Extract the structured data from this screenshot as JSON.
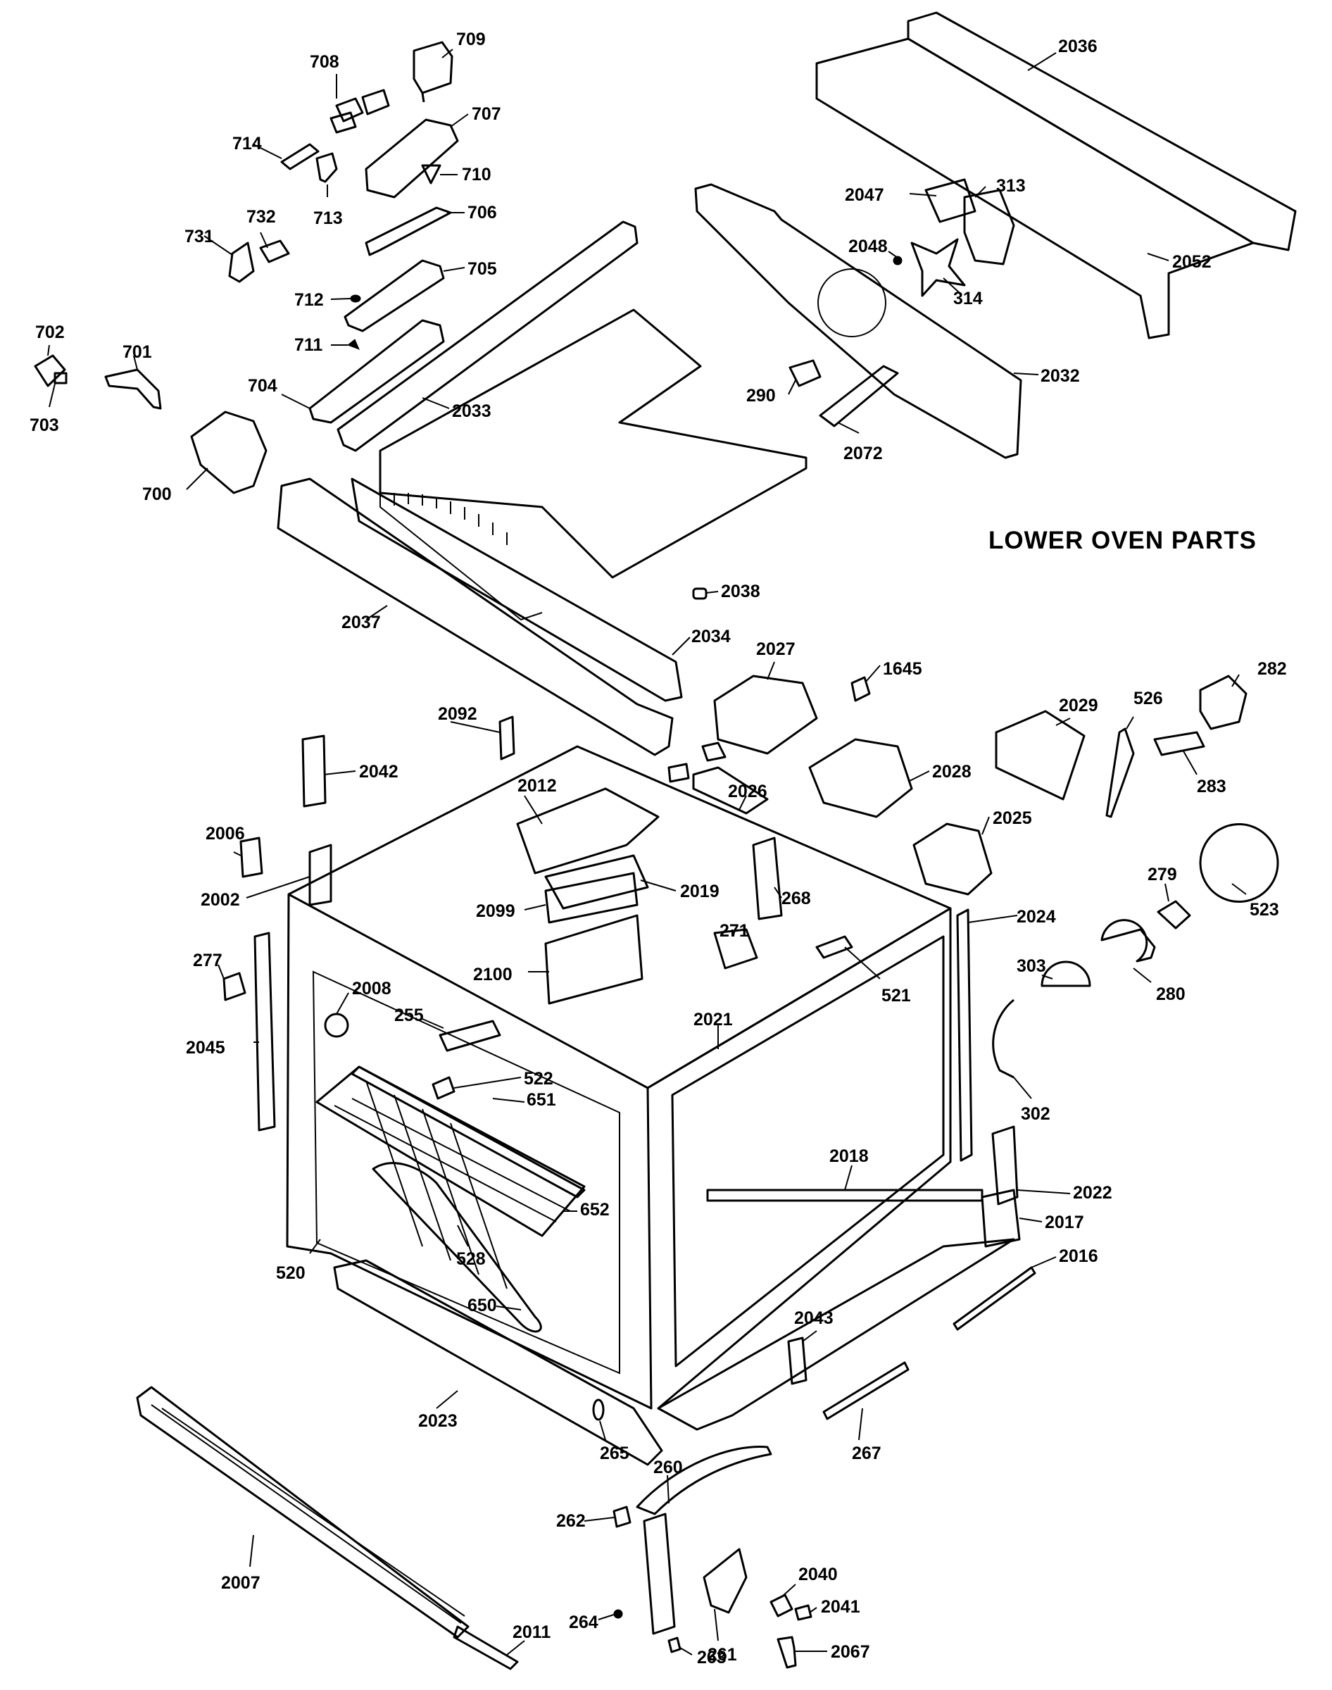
{
  "title": "LOWER OVEN PARTS",
  "callouts": [
    "709",
    "708",
    "707",
    "714",
    "710",
    "713",
    "706",
    "732",
    "731",
    "705",
    "712",
    "711",
    "704",
    "702",
    "701",
    "703",
    "700",
    "2036",
    "2047",
    "313",
    "2048",
    "2052",
    "314",
    "2032",
    "290",
    "2072",
    "2033",
    "2037",
    "2038",
    "2034",
    "2027",
    "1645",
    "282",
    "2029",
    "526",
    "283",
    "2092",
    "2042",
    "2026",
    "2028",
    "2025",
    "2012",
    "2006",
    "2002",
    "2019",
    "268",
    "2099",
    "279",
    "523",
    "271",
    "2024",
    "277",
    "2100",
    "303",
    "280",
    "521",
    "2008",
    "255",
    "2021",
    "2045",
    "302",
    "522",
    "651",
    "2018",
    "2022",
    "652",
    "2017",
    "520",
    "528",
    "2016",
    "650",
    "2043",
    "2023",
    "267",
    "265",
    "260",
    "262",
    "2007",
    "2040",
    "261",
    "2041",
    "2011",
    "264",
    "263",
    "2067"
  ]
}
